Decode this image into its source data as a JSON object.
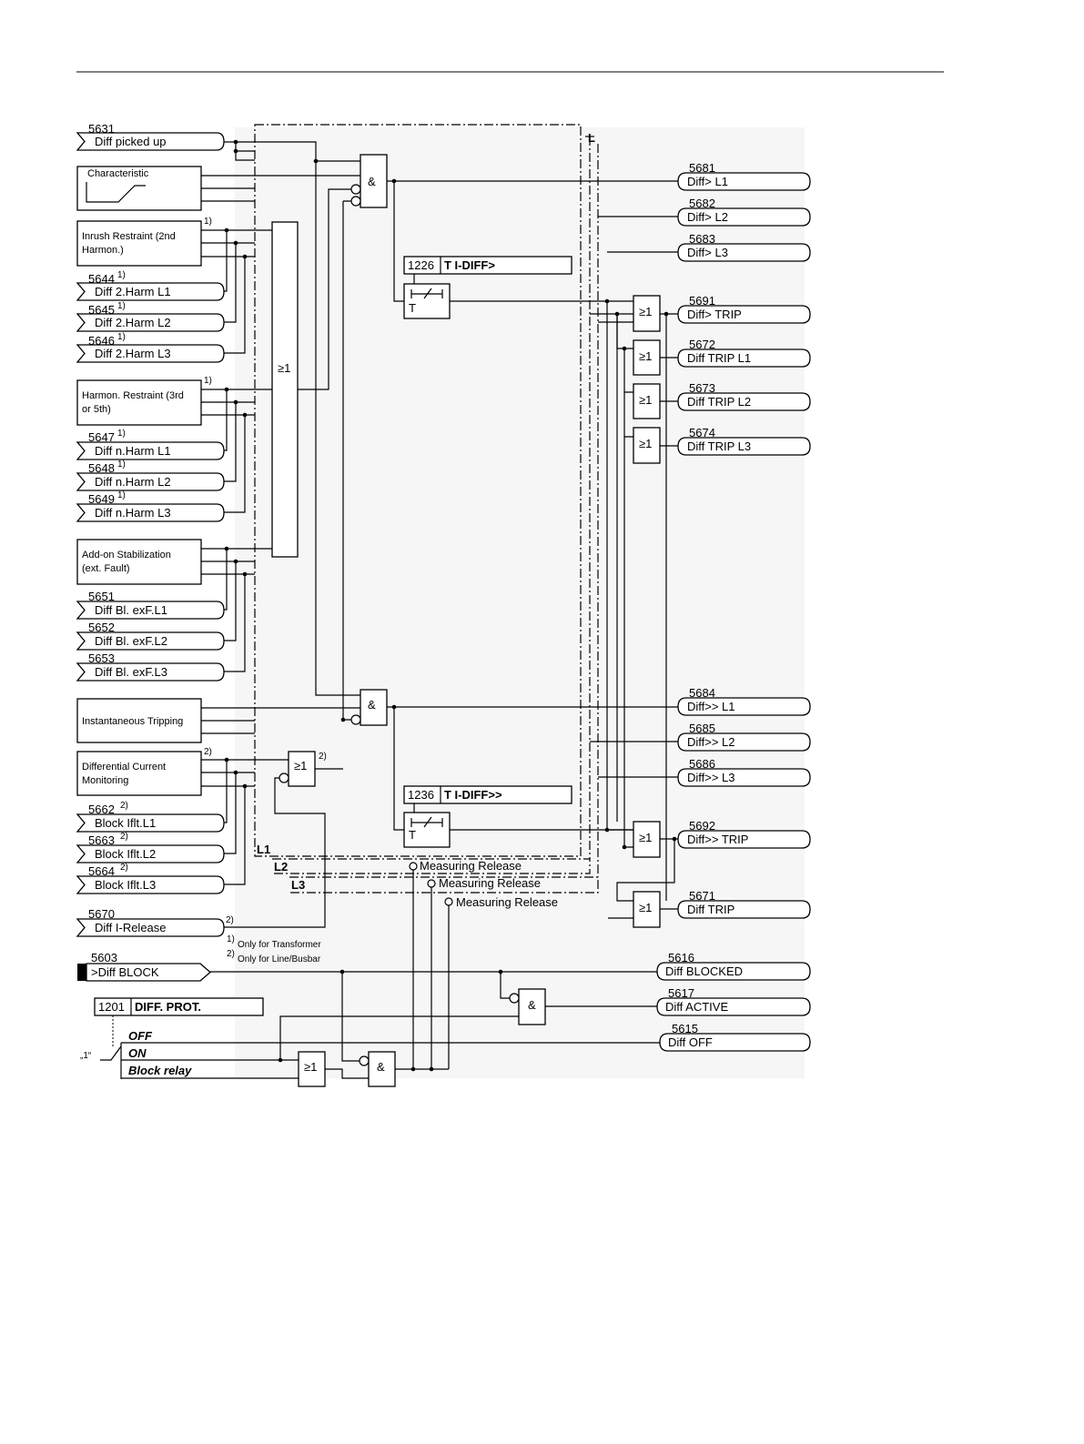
{
  "inputs": [
    {
      "num": "5631",
      "label": "Diff picked up",
      "note": ""
    },
    {
      "num": "5644",
      "label": "Diff 2.Harm L1",
      "note": "1)"
    },
    {
      "num": "5645",
      "label": "Diff 2.Harm L2",
      "note": "1)"
    },
    {
      "num": "5646",
      "label": "Diff 2.Harm L3",
      "note": "1)"
    },
    {
      "num": "5647",
      "label": "Diff n.Harm L1",
      "note": "1)"
    },
    {
      "num": "5648",
      "label": "Diff n.Harm L2",
      "note": "1)"
    },
    {
      "num": "5649",
      "label": "Diff n.Harm L3",
      "note": "1)"
    },
    {
      "num": "5651",
      "label": "Diff Bl. exF.L1",
      "note": ""
    },
    {
      "num": "5652",
      "label": "Diff Bl. exF.L2",
      "note": ""
    },
    {
      "num": "5653",
      "label": "Diff Bl. exF.L3",
      "note": ""
    },
    {
      "num": "5662",
      "label": "Block Iflt.L1",
      "note": "2)"
    },
    {
      "num": "5663",
      "label": "Block Iflt.L2",
      "note": "2)"
    },
    {
      "num": "5664",
      "label": "Block Iflt.L3",
      "note": "2)"
    },
    {
      "num": "5670",
      "label": "Diff I-Release",
      "note": "2)"
    },
    {
      "num": "5603",
      "label": ">Diff BLOCK",
      "note": ""
    }
  ],
  "blocks": {
    "characteristic": "Characteristic",
    "inrush_line1": "Inrush Restraint (2nd",
    "inrush_line2": "Harmon.)",
    "harmon_line1": "Harmon. Restraint (3rd",
    "harmon_line2": "or 5th)",
    "addon_line1": "Add-on Stabilization",
    "addon_line2": "(ext. Fault)",
    "instant": "Instantaneous Tripping",
    "diffmon_line1": "Differential Current",
    "diffmon_line2": "Monitoring"
  },
  "outputs": [
    {
      "num": "5681",
      "label": "Diff> L1"
    },
    {
      "num": "5682",
      "label": "Diff> L2"
    },
    {
      "num": "5683",
      "label": "Diff> L3"
    },
    {
      "num": "5691",
      "label": "Diff> TRIP"
    },
    {
      "num": "5672",
      "label": "Diff TRIP L1"
    },
    {
      "num": "5673",
      "label": "Diff TRIP L2"
    },
    {
      "num": "5674",
      "label": "Diff TRIP L3"
    },
    {
      "num": "5684",
      "label": "Diff>> L1"
    },
    {
      "num": "5685",
      "label": "Diff>> L2"
    },
    {
      "num": "5686",
      "label": "Diff>> L3"
    },
    {
      "num": "5692",
      "label": "Diff>> TRIP"
    },
    {
      "num": "5671",
      "label": "Diff TRIP"
    },
    {
      "num": "5616",
      "label": "Diff BLOCKED"
    },
    {
      "num": "5617",
      "label": "Diff ACTIVE"
    },
    {
      "num": "5615",
      "label": "Diff OFF"
    }
  ],
  "timers": [
    {
      "num": "1226",
      "label": "T I-DIFF>",
      "t": "T"
    },
    {
      "num": "1236",
      "label": "T I-DIFF>>",
      "t": "T"
    }
  ],
  "setting": {
    "num": "1201",
    "label": "DIFF. PROT.",
    "options": [
      "OFF",
      "ON",
      "Block relay"
    ],
    "default_marker": "„1“"
  },
  "gates": {
    "and": "&",
    "or": "≥1"
  },
  "phases": {
    "l": "L",
    "l1": "L1",
    "l2": "L2",
    "l3": "L3"
  },
  "notes": {
    "n1": "1)",
    "n2": "2)",
    "foot1": "Only for Transformer",
    "foot2": "Only for Line/Busbar"
  },
  "release": "Measuring Release"
}
